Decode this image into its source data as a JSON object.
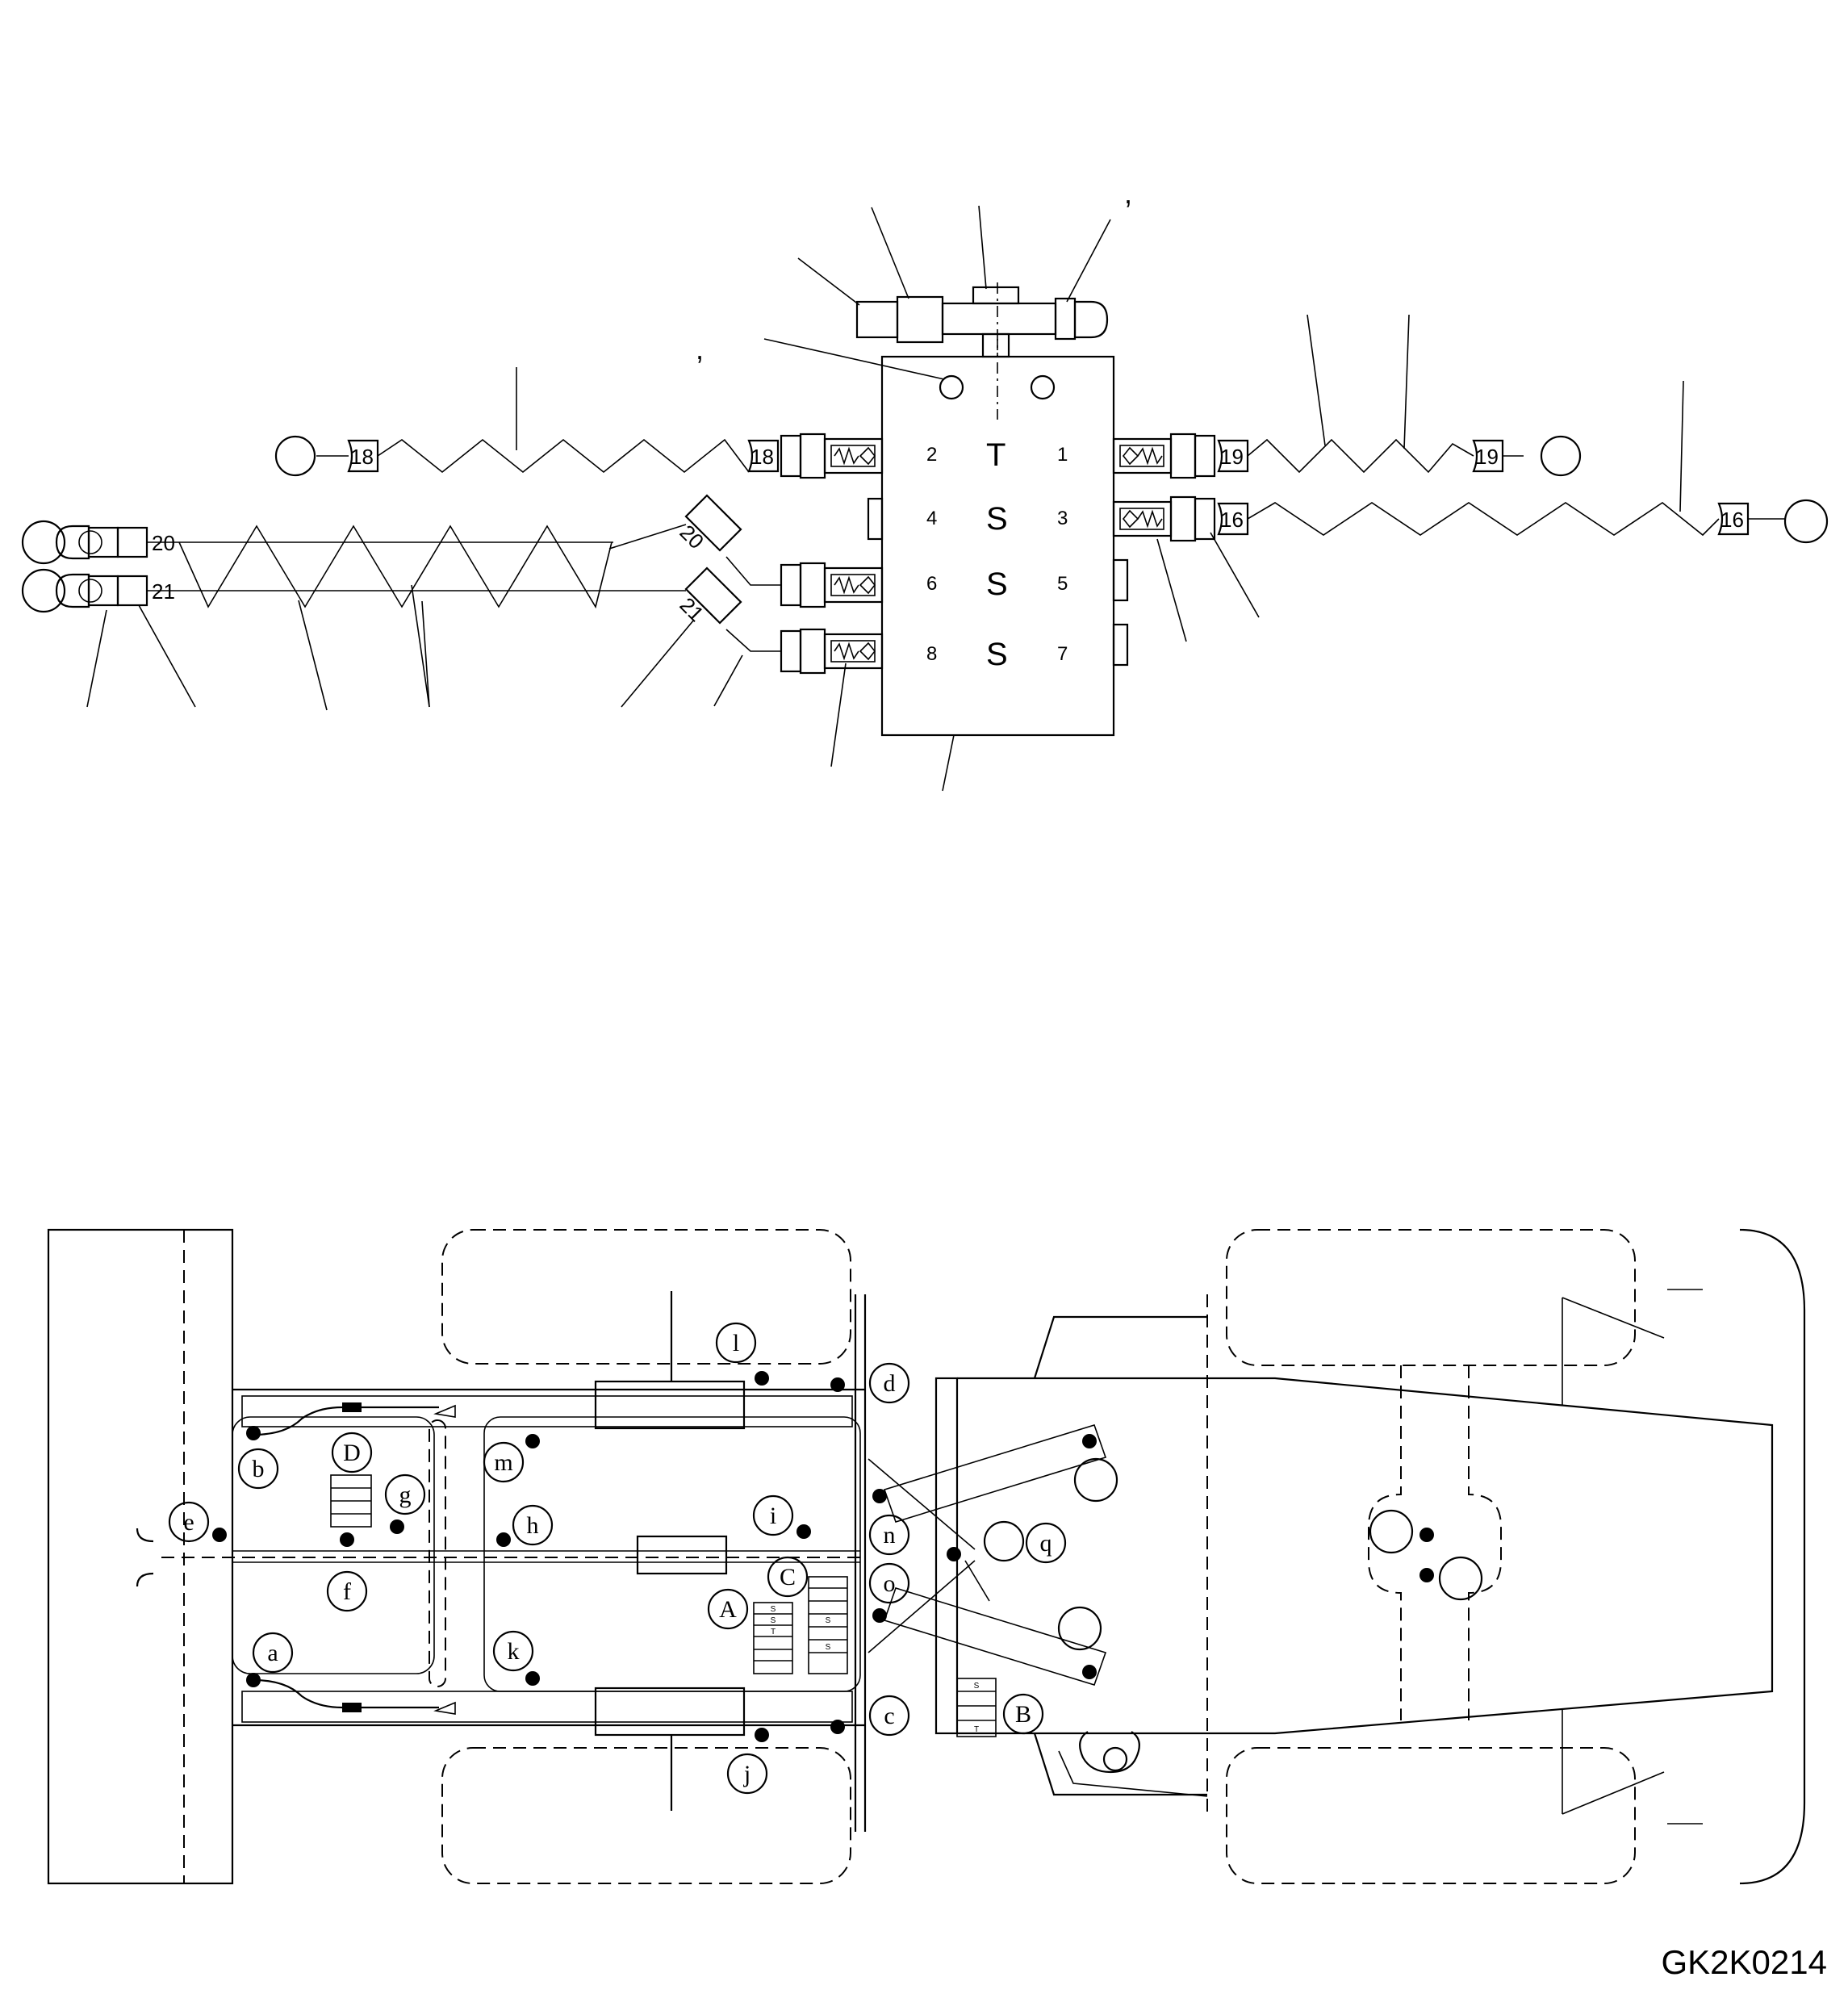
{
  "drawing_code": "GK2K0214",
  "valve_block": {
    "port_numbers": [
      "2",
      "1",
      "4",
      "3",
      "6",
      "5",
      "8",
      "7"
    ],
    "port_letters": [
      "T",
      "S",
      "S",
      "S"
    ],
    "marks": [
      ",",
      ","
    ]
  },
  "fitting_tags": [
    "18",
    "18",
    "19",
    "19",
    "16",
    "16",
    "20",
    "21",
    "20",
    "21"
  ],
  "point_labels": [
    "a",
    "b",
    "c",
    "d",
    "e",
    "f",
    "g",
    "h",
    "i",
    "j",
    "k",
    "l",
    "m",
    "n",
    "o",
    "q"
  ],
  "box_labels": [
    "A",
    "B",
    "C",
    "D"
  ],
  "stack_glyphs": [
    "S",
    "S",
    "S",
    "T",
    "S",
    "S"
  ]
}
